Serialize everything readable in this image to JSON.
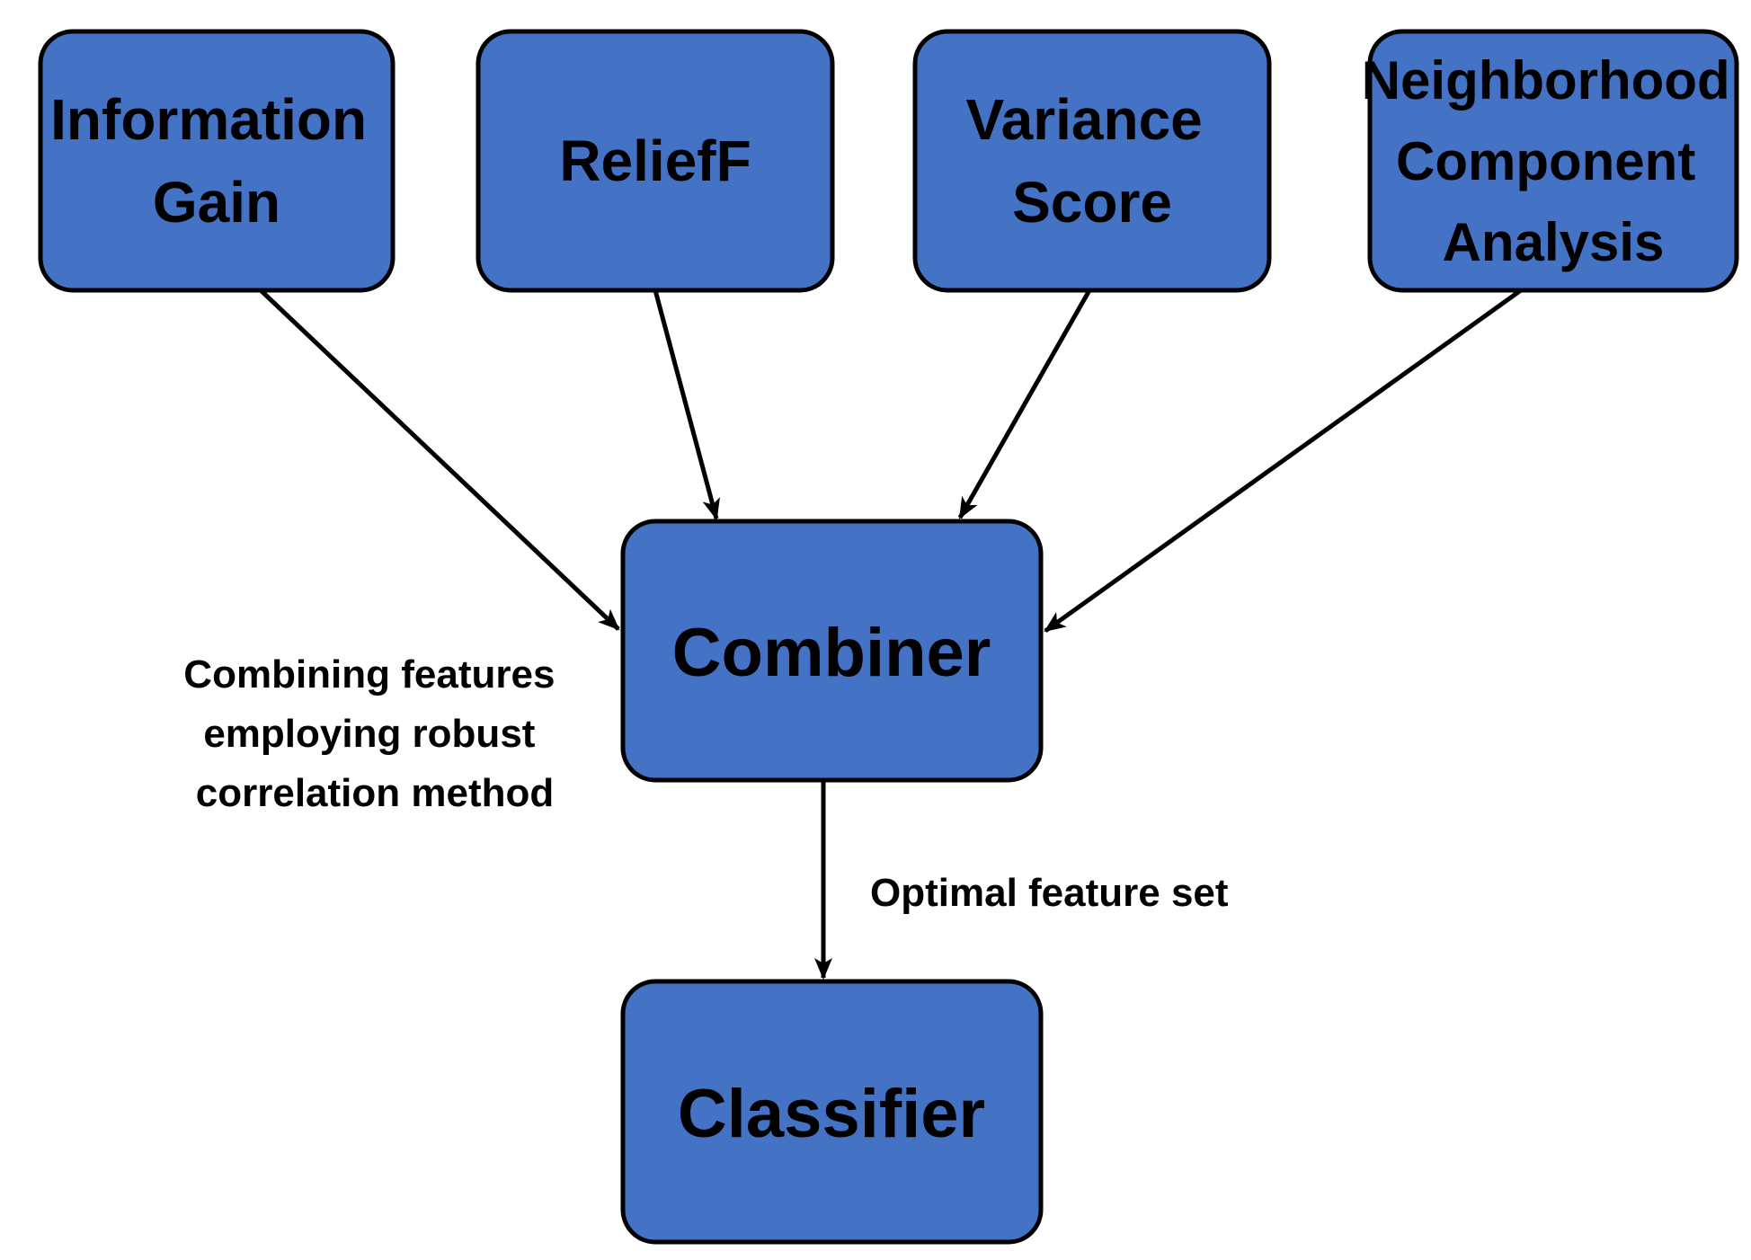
{
  "colors": {
    "node_fill": "#4472C4",
    "stroke": "#000000",
    "text": "#000000",
    "background": "#FFFFFF"
  },
  "nodes": {
    "information_gain": {
      "lines": [
        "Information",
        "Gain"
      ]
    },
    "relieff": {
      "lines": [
        "ReliefF"
      ]
    },
    "variance_score": {
      "lines": [
        "Variance",
        "Score"
      ]
    },
    "nca": {
      "lines": [
        "Neighborhood",
        "Component",
        "Analysis"
      ]
    },
    "combiner": {
      "lines": [
        "Combiner"
      ]
    },
    "classifier": {
      "lines": [
        "Classifier"
      ]
    }
  },
  "edges": [
    {
      "from": "information_gain",
      "to": "combiner"
    },
    {
      "from": "relieff",
      "to": "combiner"
    },
    {
      "from": "variance_score",
      "to": "combiner"
    },
    {
      "from": "nca",
      "to": "combiner"
    },
    {
      "from": "combiner",
      "to": "classifier"
    }
  ],
  "annotations": {
    "combining_note": [
      "Combining features",
      "employing robust",
      "correlation method"
    ],
    "optimal_set": "Optimal feature set"
  }
}
